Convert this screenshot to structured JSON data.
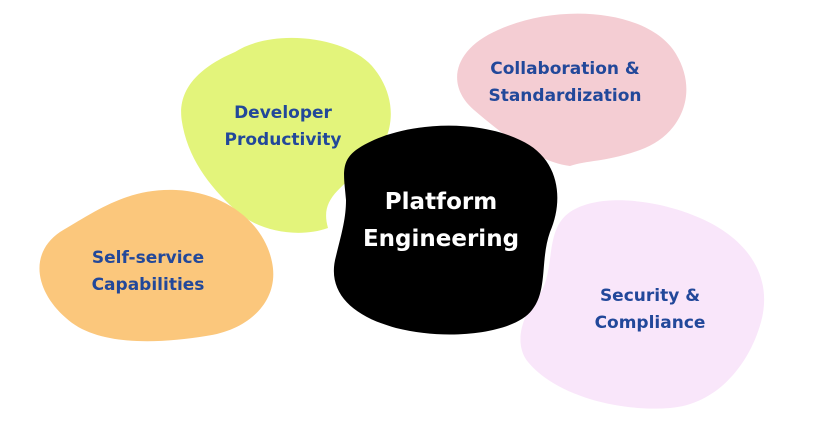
{
  "center": {
    "line1": "Platform",
    "line2": "Engineering",
    "fill": "#000000",
    "text_color": "#ffffff"
  },
  "nodes": [
    {
      "id": "developer-productivity",
      "line1": "Developer",
      "line2": "Productivity",
      "fill": "#e3f47b"
    },
    {
      "id": "collaboration-standardization",
      "line1": "Collaboration &",
      "line2": "Standardization",
      "fill": "#f4cdd3"
    },
    {
      "id": "self-service-capabilities",
      "line1": "Self-service",
      "line2": "Capabilities",
      "fill": "#fbc77c"
    },
    {
      "id": "security-compliance",
      "line1": "Security &",
      "line2": "Compliance",
      "fill": "#f9e6fa"
    }
  ],
  "label_color": "#22489a"
}
